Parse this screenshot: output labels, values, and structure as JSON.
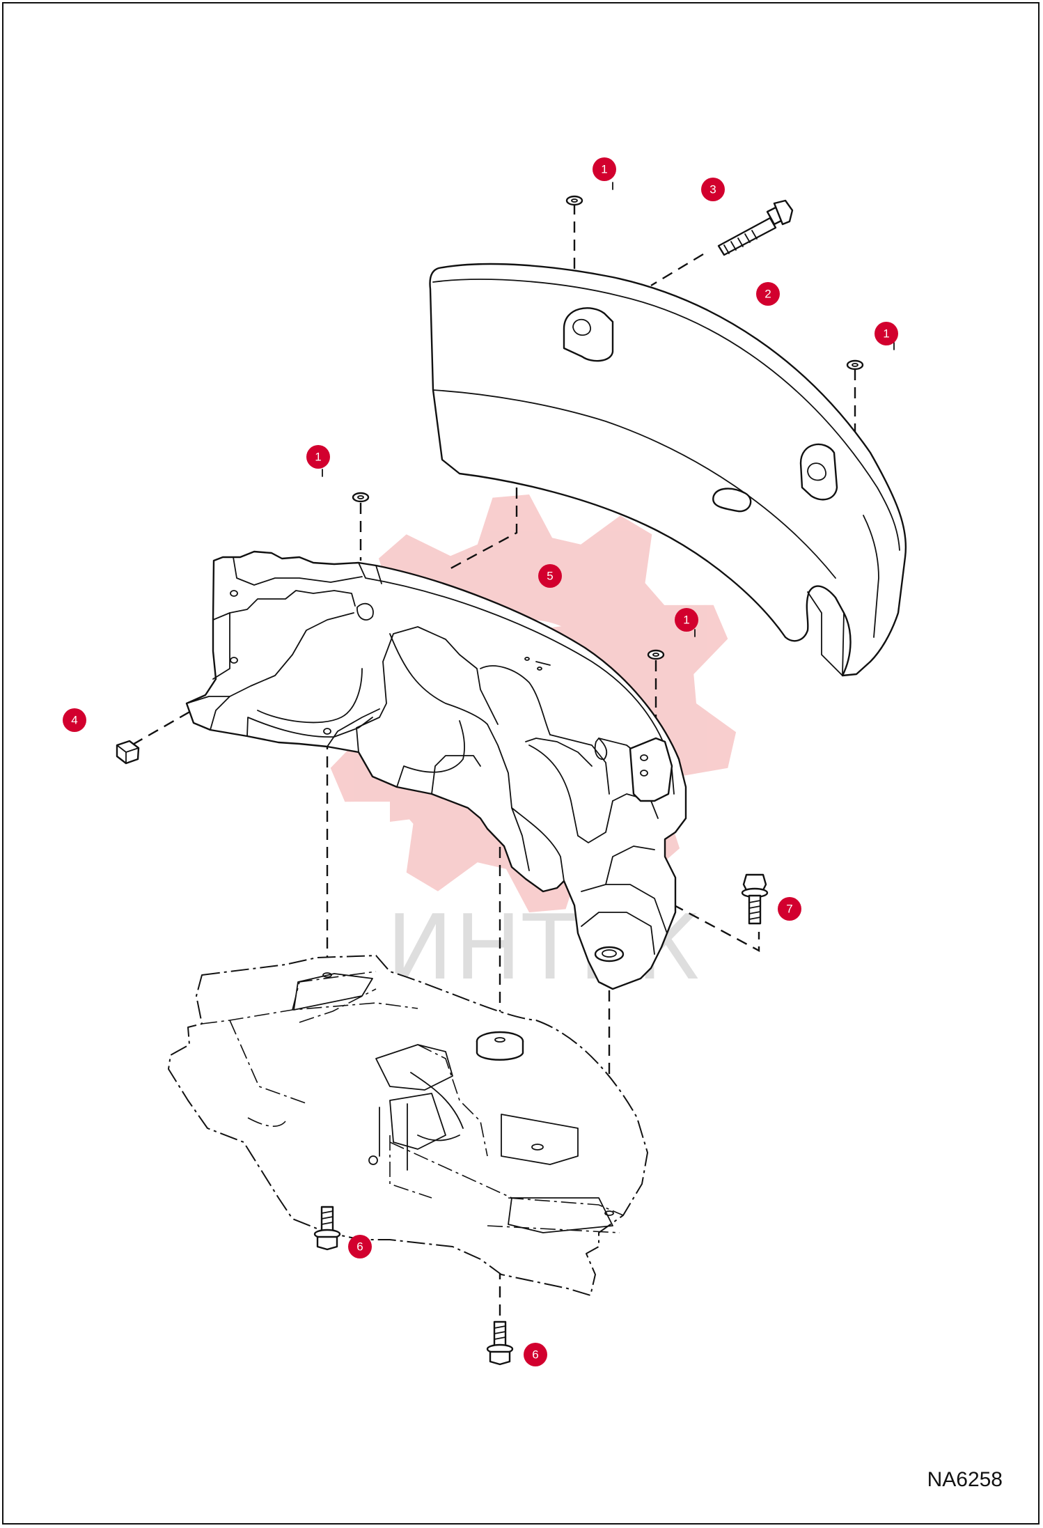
{
  "diagram": {
    "drawing_number": "NA6258",
    "watermark_text": "ИНТЕК",
    "colors": {
      "callout": "#d2002e",
      "callout_text": "#ffffff",
      "watermark_gear": "#f7c9c9",
      "line": "#111111"
    },
    "callouts": [
      {
        "id": "callout-1a",
        "label": "1",
        "part": "1"
      },
      {
        "id": "callout-3",
        "label": "3",
        "part": "3"
      },
      {
        "id": "callout-2",
        "label": "2",
        "part": "2"
      },
      {
        "id": "callout-1b",
        "label": "1",
        "part": "1"
      },
      {
        "id": "callout-1c",
        "label": "1",
        "part": "1"
      },
      {
        "id": "callout-5",
        "label": "5",
        "part": "5"
      },
      {
        "id": "callout-1d",
        "label": "1",
        "part": "1"
      },
      {
        "id": "callout-4",
        "label": "4",
        "part": "4"
      },
      {
        "id": "callout-7",
        "label": "7",
        "part": "7"
      },
      {
        "id": "callout-6a",
        "label": "6",
        "part": "6"
      },
      {
        "id": "callout-6b",
        "label": "6",
        "part": "6"
      }
    ]
  }
}
